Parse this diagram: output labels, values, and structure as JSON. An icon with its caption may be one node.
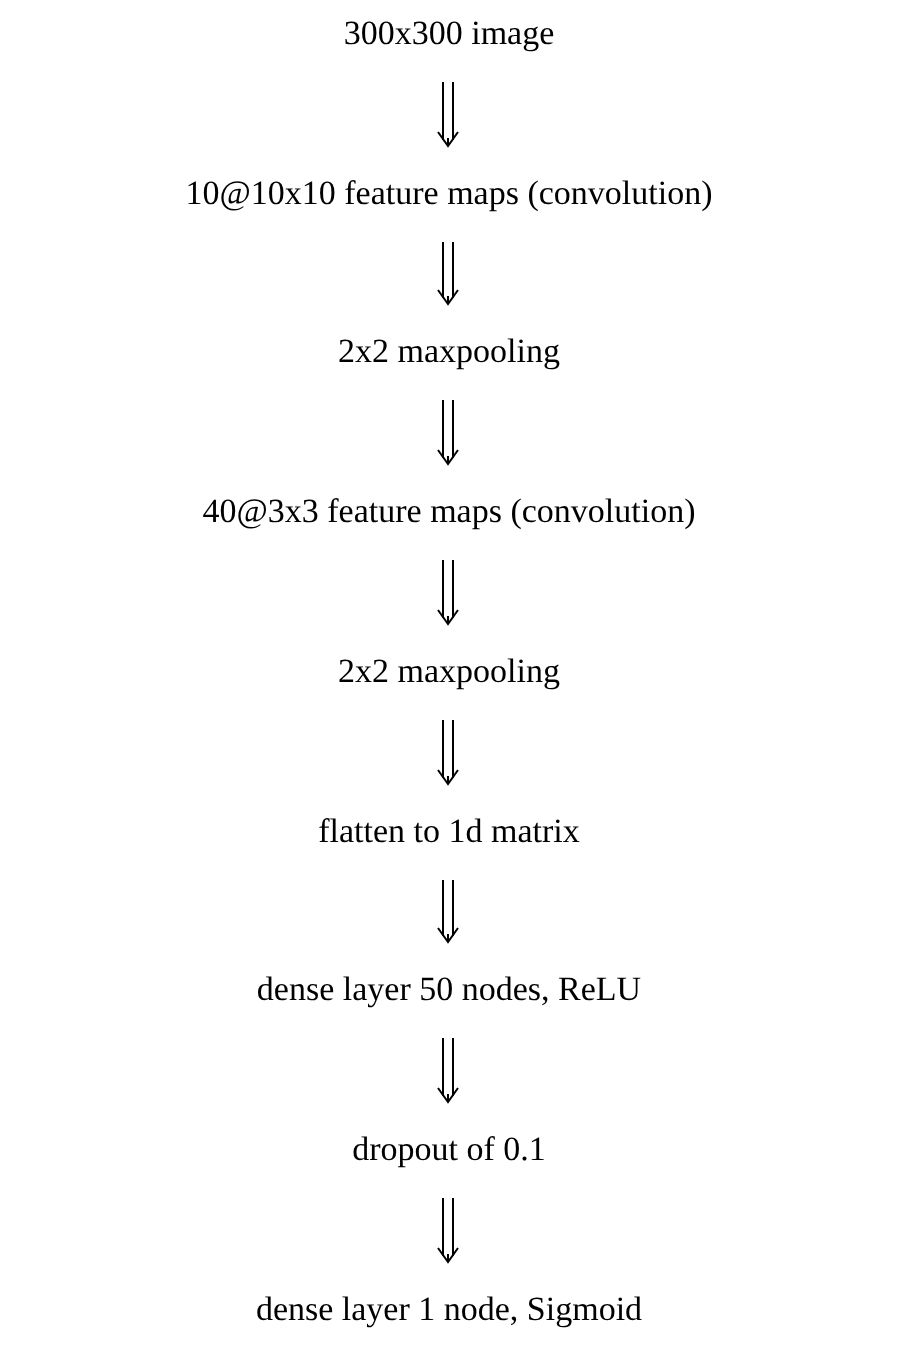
{
  "diagram": {
    "nodes": [
      {
        "text": [
          "300x300 image"
        ]
      },
      {
        "text": [
          "10@10x10 feature maps (convolution)"
        ]
      },
      {
        "text": [
          "2x2 maxpooling"
        ]
      },
      {
        "text": [
          "40@3x3 feature maps (convolution)"
        ]
      },
      {
        "text": [
          "2x2 maxpooling"
        ]
      },
      {
        "text": [
          "flatten to 1d matrix"
        ]
      },
      {
        "text": [
          "dense layer 50 nodes, ReLU"
        ]
      },
      {
        "text": [
          "dropout of 0.1"
        ]
      },
      {
        "text": [
          "dense layer 1 node, Sigmoid"
        ]
      }
    ],
    "edges": [
      {
        "from": 0,
        "to": 1,
        "arrow": "to"
      },
      {
        "from": 1,
        "to": 2,
        "arrow": "to"
      },
      {
        "from": 2,
        "to": 3,
        "arrow": "to"
      },
      {
        "from": 3,
        "to": 4,
        "arrow": "to"
      },
      {
        "from": 4,
        "to": 5,
        "arrow": "to"
      },
      {
        "from": 5,
        "to": 6,
        "arrow": "to"
      },
      {
        "from": 6,
        "to": 7,
        "arrow": "to"
      },
      {
        "from": 7,
        "to": 8,
        "arrow": "to"
      }
    ]
  }
}
